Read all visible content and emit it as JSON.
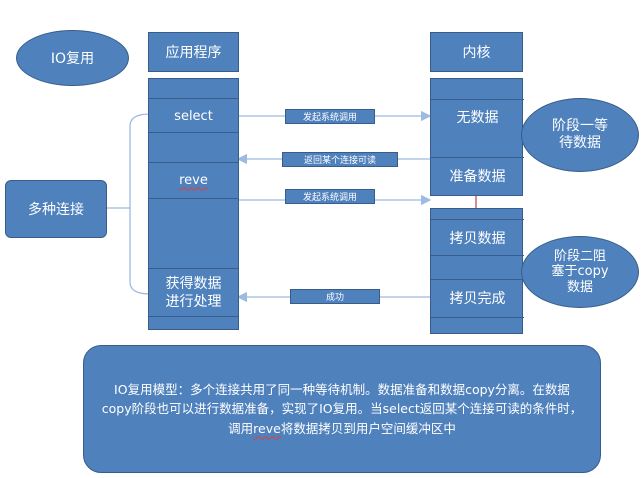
{
  "io_mux_ellipse": "IO复用",
  "app_header": "应用程序",
  "kernel_header": "内核",
  "app_cells": {
    "select": "select",
    "reve": "reve",
    "get_data": "获得数据\n进行处理"
  },
  "kernel_cells": {
    "no_data": "无数据",
    "data_ready": "准备数据",
    "copy_data": "拷贝数据",
    "copy_done": "拷贝完成"
  },
  "arrow_labels": {
    "syscall1": "发起系统调用",
    "return_readable": "返回某个连接可读",
    "syscall2": "发起系统调用",
    "success": "成功"
  },
  "multi_conn": "多种连接",
  "stage1": "阶段一等\n待数据",
  "stage2": "阶段二阻\n塞于copy\n数据",
  "description": {
    "p1": "IO复用模型：多个连接共用了同一种等待机制。数据准备和数据copy分离。在数据copy阶段也可以进行数据准备，实现了IO复用。当select返回某个连接可读的条件时，调用",
    "reve": "reve",
    "p2": "将数据拷贝到用户空间缓冲区中"
  },
  "colors": {
    "fill": "#4f81bd",
    "border": "#385d8a",
    "arrow": "#9dbbe0",
    "timeline_arrow": "#c0504d"
  }
}
